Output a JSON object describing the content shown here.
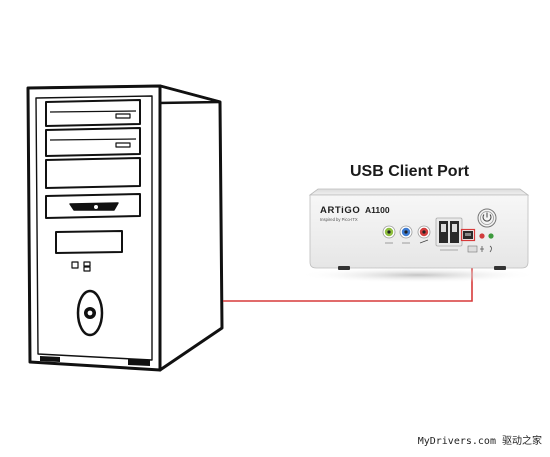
{
  "caption": "USB Client Port",
  "device": {
    "brand": "ARTiGO",
    "model": "A1100",
    "tagline": "Inspired by Pico-ITX"
  },
  "watermark": "MyDrivers.com 驱动之家",
  "colors": {
    "connection_line": "#d73a3a",
    "audio_green": "#8fbf3f",
    "audio_blue": "#3d7bd1",
    "audio_red": "#d13d3d"
  }
}
